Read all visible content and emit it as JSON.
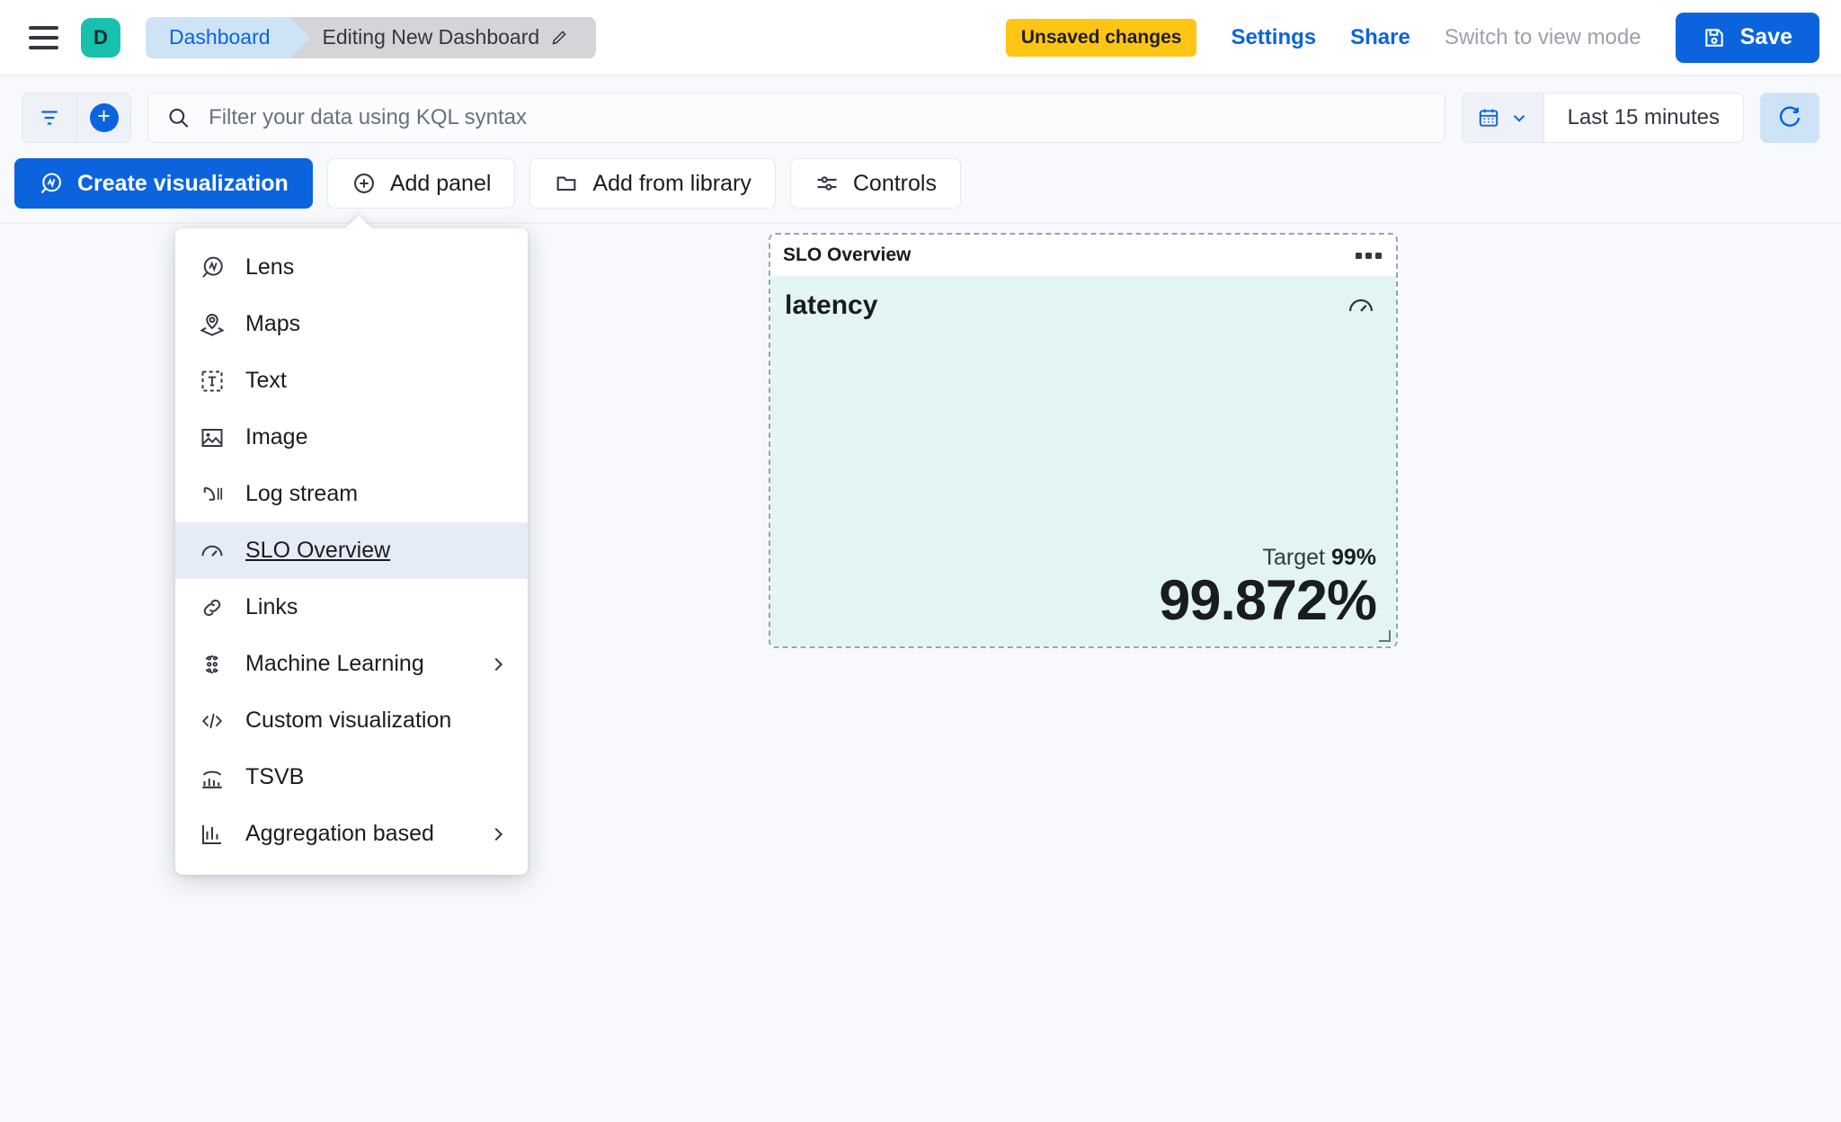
{
  "header": {
    "menu_icon": "hamburger-icon",
    "avatar_letter": "D",
    "breadcrumb_app": "Dashboard",
    "breadcrumb_current": "Editing New Dashboard",
    "edit_icon": "pencil-icon",
    "unsaved_badge": "Unsaved changes",
    "settings_link": "Settings",
    "share_link": "Share",
    "view_mode_link": "Switch to view mode",
    "save_label": "Save",
    "save_icon": "save-disk-icon",
    "accent_color": "#0b64dd",
    "badge_color": "#fec514",
    "avatar_color": "#18c0ae"
  },
  "querybar": {
    "filter_icon": "filter-icon",
    "add_filter_icon": "plus-icon",
    "search_icon": "search-icon",
    "search_value": "",
    "search_placeholder": "Filter your data using KQL syntax",
    "calendar_icon": "calendar-icon",
    "calendar_chevron": "chevron-down-icon",
    "time_range": "Last 15 minutes",
    "refresh_icon": "refresh-icon"
  },
  "toolbar": {
    "buttons": [
      {
        "label": "Create visualization",
        "icon": "lens-icon",
        "primary": true
      },
      {
        "label": "Add panel",
        "icon": "plus-circle-icon",
        "primary": false
      },
      {
        "label": "Add from library",
        "icon": "folder-icon",
        "primary": false
      },
      {
        "label": "Controls",
        "icon": "sliders-icon",
        "primary": false
      }
    ]
  },
  "add_panel_menu": {
    "items": [
      {
        "label": "Lens",
        "icon": "lens-icon",
        "selected": false,
        "submenu": false
      },
      {
        "label": "Maps",
        "icon": "map-pin-layers-icon",
        "selected": false,
        "submenu": false
      },
      {
        "label": "Text",
        "icon": "text-box-icon",
        "selected": false,
        "submenu": false
      },
      {
        "label": "Image",
        "icon": "image-icon",
        "selected": false,
        "submenu": false
      },
      {
        "label": "Log stream",
        "icon": "log-stream-icon",
        "selected": false,
        "submenu": false
      },
      {
        "label": "SLO Overview",
        "icon": "gauge-icon",
        "selected": true,
        "submenu": false
      },
      {
        "label": "Links",
        "icon": "link-icon",
        "selected": false,
        "submenu": false
      },
      {
        "label": "Machine Learning",
        "icon": "machine-learning-icon",
        "selected": false,
        "submenu": true
      },
      {
        "label": "Custom visualization",
        "icon": "code-icon",
        "selected": false,
        "submenu": false
      },
      {
        "label": "TSVB",
        "icon": "tsvb-chart-icon",
        "selected": false,
        "submenu": false
      },
      {
        "label": "Aggregation based",
        "icon": "aggregation-chart-icon",
        "selected": false,
        "submenu": true
      }
    ]
  },
  "slo_panel": {
    "title": "SLO Overview",
    "context_menu_icon": "panel-context-menu-icon",
    "metric_name": "latency",
    "gauge_icon": "gauge-icon",
    "target_label": "Target",
    "target_value": "99%",
    "current_value": "99.872%",
    "background_color": "#e3f5f3",
    "resize_handle_icon": "resize-handle-icon"
  }
}
